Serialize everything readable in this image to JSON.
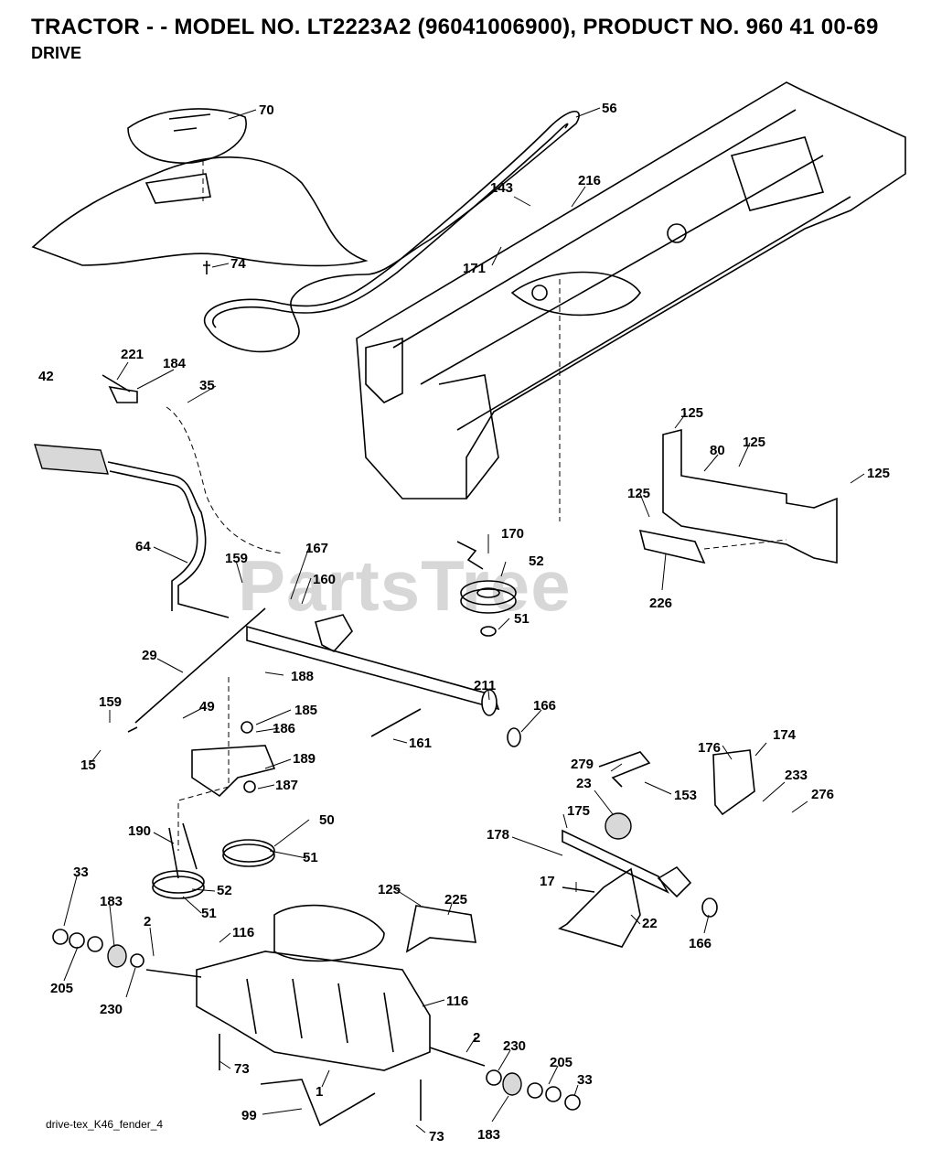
{
  "header": {
    "title": "TRACTOR - - MODEL NO. LT2223A2 (96041006900), PRODUCT NO. 960 41 00-69",
    "subtitle": "DRIVE"
  },
  "watermark": "PartsTree",
  "footer": "drive-tex_K46_fender_4",
  "callouts": [
    {
      "id": "70",
      "text": "70"
    },
    {
      "id": "56",
      "text": "56"
    },
    {
      "id": "74",
      "text": "74"
    },
    {
      "id": "143",
      "text": "143"
    },
    {
      "id": "216",
      "text": "216"
    },
    {
      "id": "171",
      "text": "171"
    },
    {
      "id": "221",
      "text": "221"
    },
    {
      "id": "184",
      "text": "184"
    },
    {
      "id": "42",
      "text": "42"
    },
    {
      "id": "35",
      "text": "35"
    },
    {
      "id": "125a",
      "text": "125"
    },
    {
      "id": "80",
      "text": "80"
    },
    {
      "id": "125b",
      "text": "125"
    },
    {
      "id": "125c",
      "text": "125"
    },
    {
      "id": "125d",
      "text": "125"
    },
    {
      "id": "64",
      "text": "64"
    },
    {
      "id": "159a",
      "text": "159"
    },
    {
      "id": "167",
      "text": "167"
    },
    {
      "id": "160",
      "text": "160"
    },
    {
      "id": "170",
      "text": "170"
    },
    {
      "id": "52a",
      "text": "52"
    },
    {
      "id": "226",
      "text": "226"
    },
    {
      "id": "51a",
      "text": "51"
    },
    {
      "id": "29",
      "text": "29"
    },
    {
      "id": "188",
      "text": "188"
    },
    {
      "id": "211",
      "text": "211"
    },
    {
      "id": "166a",
      "text": "166"
    },
    {
      "id": "159b",
      "text": "159"
    },
    {
      "id": "49",
      "text": "49"
    },
    {
      "id": "185",
      "text": "185"
    },
    {
      "id": "186",
      "text": "186"
    },
    {
      "id": "161",
      "text": "161"
    },
    {
      "id": "15",
      "text": "15"
    },
    {
      "id": "189",
      "text": "189"
    },
    {
      "id": "279",
      "text": "279"
    },
    {
      "id": "176",
      "text": "176"
    },
    {
      "id": "174",
      "text": "174"
    },
    {
      "id": "187",
      "text": "187"
    },
    {
      "id": "23",
      "text": "23"
    },
    {
      "id": "153",
      "text": "153"
    },
    {
      "id": "233",
      "text": "233"
    },
    {
      "id": "276",
      "text": "276"
    },
    {
      "id": "50",
      "text": "50"
    },
    {
      "id": "175",
      "text": "175"
    },
    {
      "id": "190",
      "text": "190"
    },
    {
      "id": "178",
      "text": "178"
    },
    {
      "id": "51b",
      "text": "51"
    },
    {
      "id": "33a",
      "text": "33"
    },
    {
      "id": "52b",
      "text": "52"
    },
    {
      "id": "17",
      "text": "17"
    },
    {
      "id": "125e",
      "text": "125"
    },
    {
      "id": "225",
      "text": "225"
    },
    {
      "id": "183a",
      "text": "183"
    },
    {
      "id": "51c",
      "text": "51"
    },
    {
      "id": "2a",
      "text": "2"
    },
    {
      "id": "116a",
      "text": "116"
    },
    {
      "id": "22",
      "text": "22"
    },
    {
      "id": "166b",
      "text": "166"
    },
    {
      "id": "205a",
      "text": "205"
    },
    {
      "id": "230a",
      "text": "230"
    },
    {
      "id": "116b",
      "text": "116"
    },
    {
      "id": "2b",
      "text": "2"
    },
    {
      "id": "230b",
      "text": "230"
    },
    {
      "id": "73a",
      "text": "73"
    },
    {
      "id": "205b",
      "text": "205"
    },
    {
      "id": "1",
      "text": "1"
    },
    {
      "id": "33b",
      "text": "33"
    },
    {
      "id": "99",
      "text": "99"
    },
    {
      "id": "73b",
      "text": "73"
    },
    {
      "id": "183b",
      "text": "183"
    }
  ]
}
